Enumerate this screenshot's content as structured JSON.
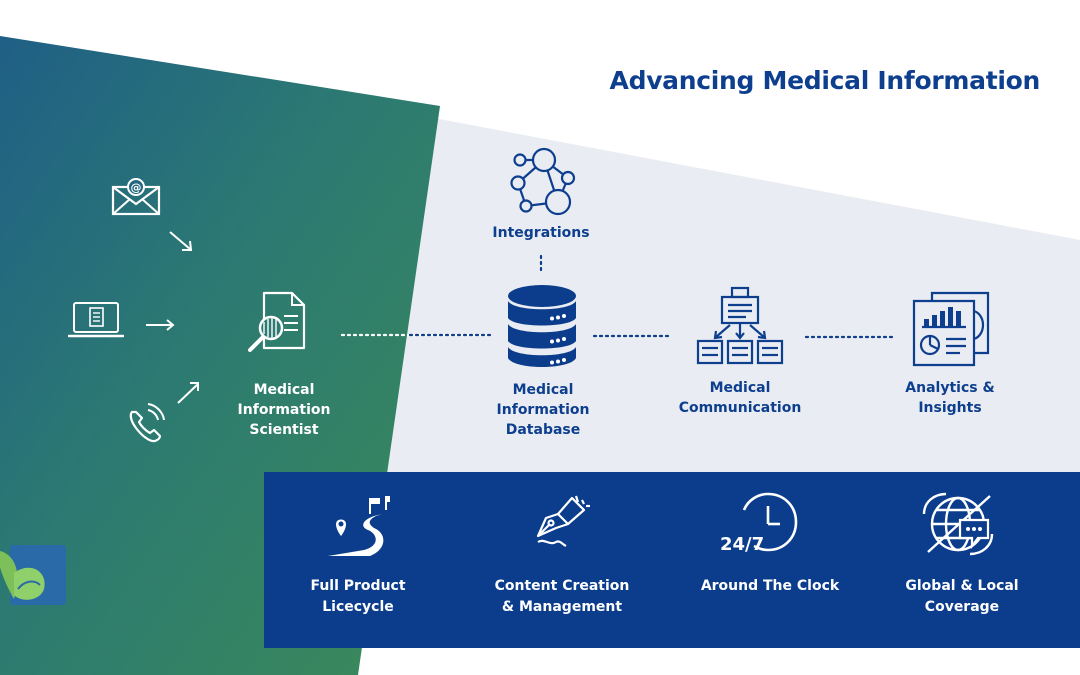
{
  "title": "Advancing Medical Information",
  "scientist": {
    "line1": "Medical",
    "line2": "Information",
    "line3": "Scientist"
  },
  "integrations": "Integrations",
  "database": {
    "line1": "Medical",
    "line2": "Information",
    "line3": "Database"
  },
  "communication": {
    "line1": "Medical",
    "line2": "Communication"
  },
  "analytics": {
    "line1": "Analytics &",
    "line2": "Insights"
  },
  "features": [
    {
      "line1": "Full Product",
      "line2": "Licecycle",
      "icon": "road-flag-icon"
    },
    {
      "line1": "Content Creation",
      "line2": "& Management",
      "icon": "pen-nib-icon"
    },
    {
      "line1": "Around The Clock",
      "line2": "",
      "icon": "clock-24-7-icon"
    },
    {
      "line1": "Global & Local",
      "line2": "Coverage",
      "icon": "globe-chat-icon"
    }
  ],
  "icons": {
    "channels": [
      "email-icon",
      "laptop-document-icon",
      "phone-call-icon"
    ],
    "scientist": "document-search-icon",
    "integrations": "network-nodes-icon",
    "database": "database-icon",
    "communication": "org-chart-icon",
    "analytics": "report-chart-icon"
  },
  "colors": {
    "navy": "#0b3d8c",
    "title_blue": "#0d3f8e",
    "teal": "#2d7f70",
    "green": "#3a8054",
    "light_gray": "#e9ecf2"
  }
}
